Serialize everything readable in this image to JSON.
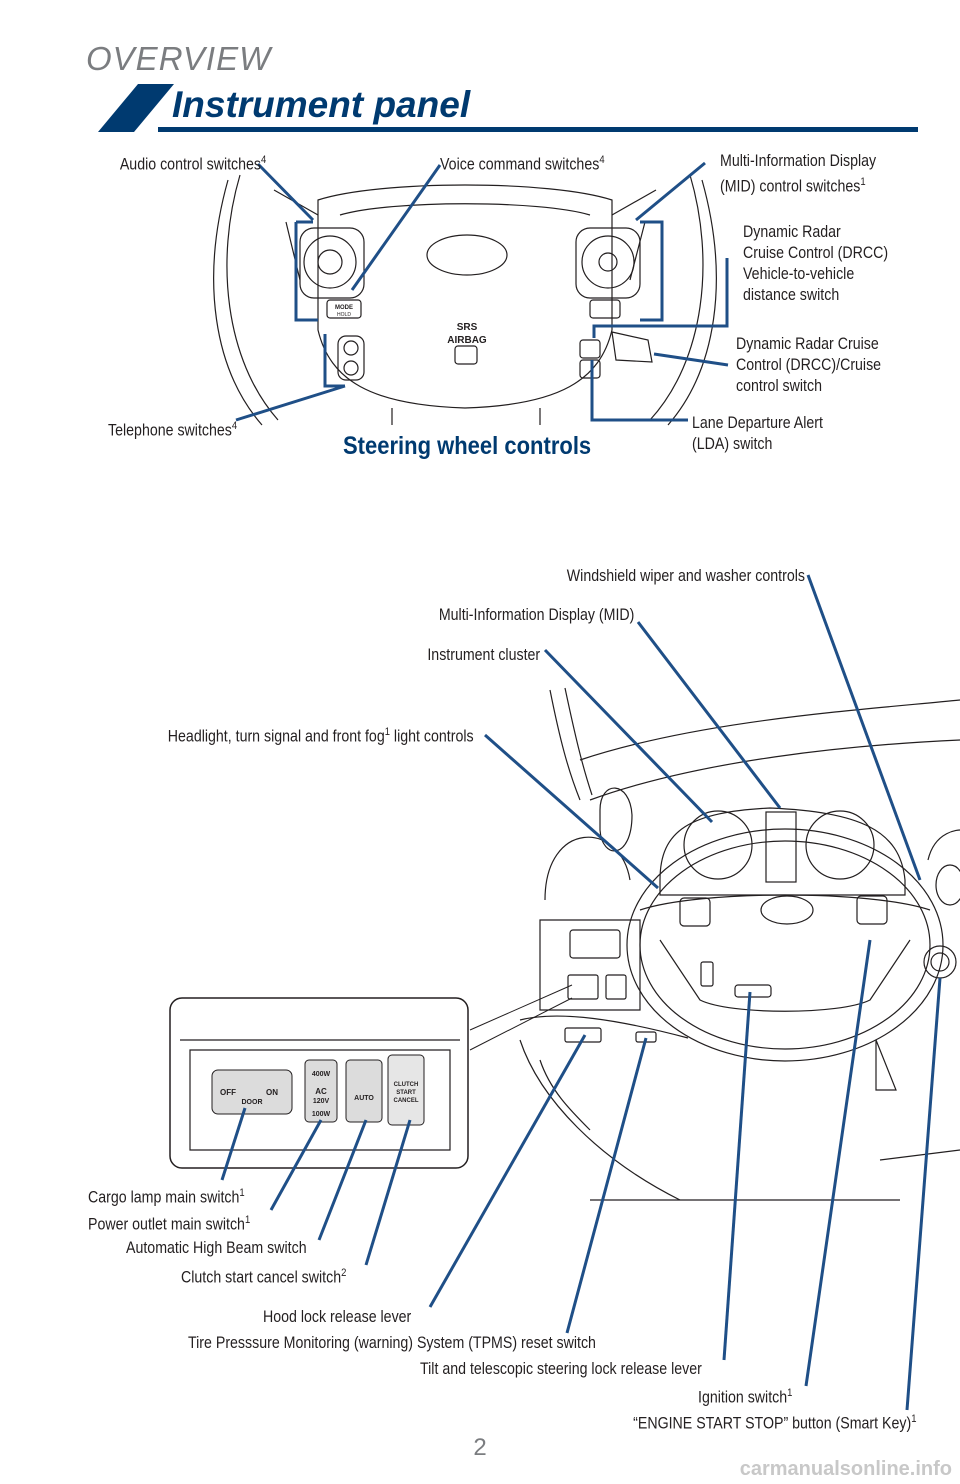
{
  "header": {
    "section": "OVERVIEW",
    "title": "Instrument panel"
  },
  "steering": {
    "heading": "Steering wheel controls",
    "airbag_top": "SRS",
    "airbag_bottom": "AIRBAG",
    "mode_button": "MODE",
    "hold_text": "HOLD",
    "labels": {
      "audio": "Audio control switches",
      "audio_sup": "4",
      "voice": "Voice command switches",
      "voice_sup": "4",
      "mid_line1": "Multi-Information Display",
      "mid_line2": "(MID) control switches",
      "mid_sup": "1",
      "drcc_dist_line1": "Dynamic Radar",
      "drcc_dist_line2": "Cruise Control (DRCC)",
      "drcc_dist_line3": "Vehicle-to-vehicle",
      "drcc_dist_line4": "distance switch",
      "drcc_line1": "Dynamic Radar Cruise",
      "drcc_line2": "Control (DRCC)/Cruise",
      "drcc_line3": "control switch",
      "telephone": "Telephone switches",
      "telephone_sup": "4",
      "lda_line1": "Lane Departure Alert",
      "lda_line2": "(LDA) switch"
    }
  },
  "dashboard": {
    "labels": {
      "wiper": "Windshield wiper and washer controls",
      "mid": "Multi-Information Display (MID)",
      "cluster": "Instrument cluster",
      "headlight_pre": "Headlight, turn signal and front fog",
      "headlight_sup": "1",
      "headlight_post": " light controls",
      "cargo": "Cargo lamp main switch",
      "cargo_sup": "1",
      "power": "Power outlet main switch",
      "power_sup": "1",
      "ahb": "Automatic High Beam switch",
      "clutch": "Clutch start cancel switch",
      "clutch_sup": "2",
      "hood": "Hood lock release lever",
      "tpms": "Tire Presssure Monitoring (warning) System (TPMS) reset switch",
      "tilt": "Tilt and telescopic steering lock release lever",
      "ignition": "Ignition switch",
      "ignition_sup": "1",
      "engine": "“ENGINE START STOP” button (Smart Key)",
      "engine_sup": "1"
    },
    "switch_panel": {
      "door_off": "OFF",
      "door_on": "ON",
      "door": "DOOR",
      "outlet_400w": "400W",
      "outlet_ac": "AC",
      "outlet_120v": "120V",
      "outlet_100w": "100W",
      "auto": "AUTO",
      "clutch_1": "CLUTCH",
      "clutch_2": "START",
      "clutch_3": "CANCEL"
    }
  },
  "footer": {
    "page_number": "2",
    "watermark": "carmanualsonline.info"
  },
  "colors": {
    "navy": "#003a70",
    "gray": "#7b7d80",
    "line": "#1f4f87"
  }
}
